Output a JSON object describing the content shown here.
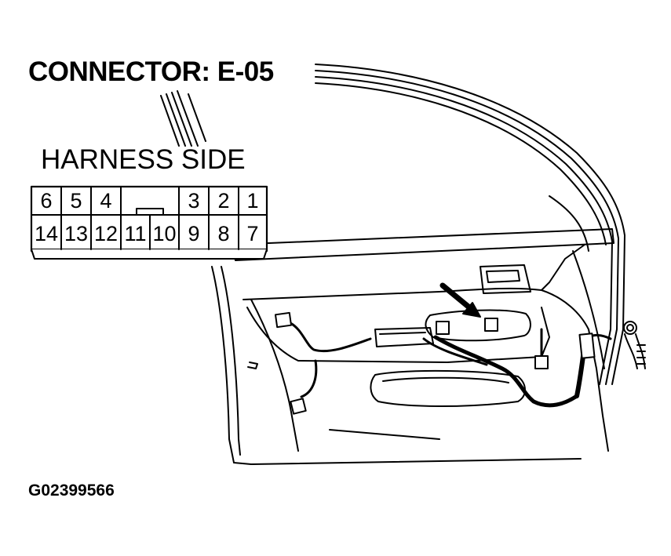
{
  "title": "CONNECTOR: E-05",
  "subtitle": "HARNESS SIDE",
  "figure_id": "G02399566",
  "connector": {
    "top_row": [
      "6",
      "5",
      "4",
      "3",
      "2",
      "1"
    ],
    "bottom_row": [
      "14",
      "13",
      "12",
      "11",
      "10",
      "9",
      "8",
      "7"
    ]
  }
}
